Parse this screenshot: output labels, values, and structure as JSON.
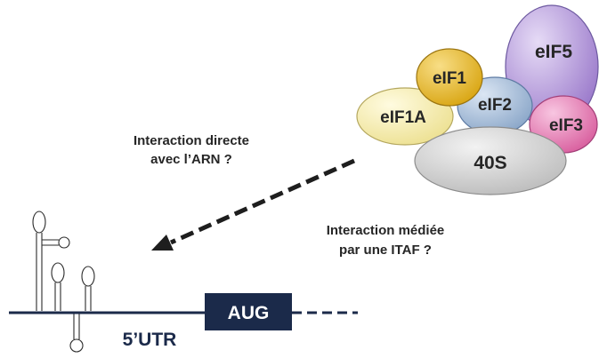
{
  "complex": {
    "eif5": "eIF5",
    "eif1": "eIF1",
    "eif1a": "eIF1A",
    "eif2": "eIF2",
    "eif3": "eIF3",
    "ribosome_40s": "40S"
  },
  "annotations": {
    "direct_line1": "Interaction directe",
    "direct_line2": "avec l’ARN ?",
    "itaf_line1": "Interaction médiée",
    "itaf_line2": "par une ITAF ?"
  },
  "mrna": {
    "utr_label": "5’UTR",
    "start_codon": "AUG"
  },
  "colors": {
    "eif5": "#a98bd6",
    "eif1": "#e3b324",
    "eif1a": "#f6efa6",
    "eif2": "#9cb5d3",
    "eif3": "#e27ab3",
    "ribosome_40s": "#d4d4d4",
    "navy": "#1b2a4a"
  }
}
